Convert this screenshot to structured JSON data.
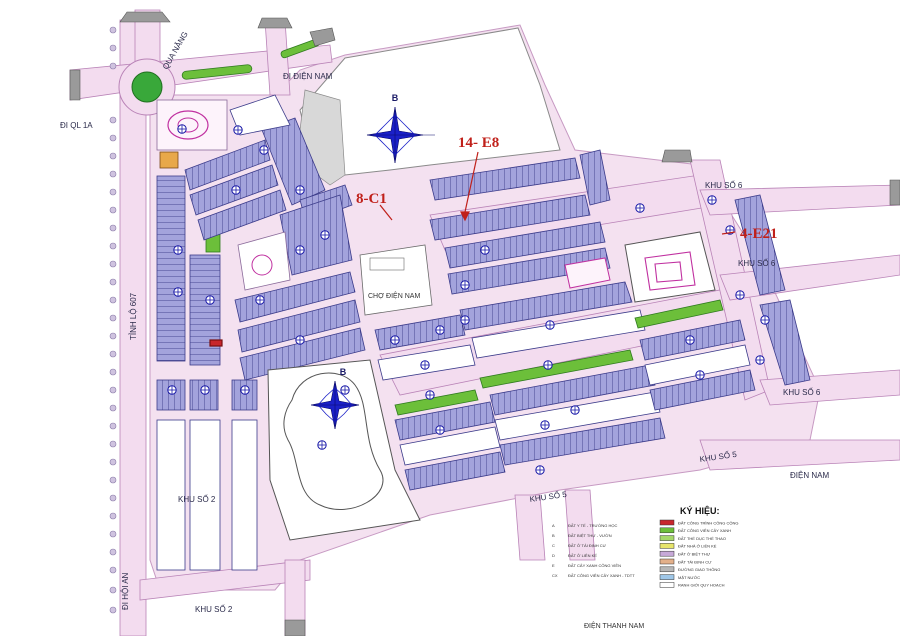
{
  "map": {
    "road_labels": {
      "qua_nang": "QUA NẰNG",
      "di_dien_nam": "ĐI ĐIỆN NAM",
      "di_ql1a": "ĐI QL 1A",
      "tinh_lo": "TỈNH LỘ 607",
      "di_hoi_an": "ĐI HỘI AN",
      "khu_so_2_bottom": "KHU SỐ 2",
      "khu_so_2_zone": "KHU SỐ 2",
      "khu_so_5_a": "KHU SỐ 5",
      "khu_so_5_b": "KHU SỐ 5",
      "khu_so_6_top": "KHU SỐ 6",
      "khu_so_6_right": "KHU SỐ 6",
      "khu_so_6_lower": "KHU SỐ 6",
      "dien_nam": "ĐIỆN NAM",
      "cho_dien_nam": "CHỢ ĐIỆN NAM",
      "dien_thanh_nam": "ĐIỆN THANH NAM"
    },
    "plot_labels": {
      "e8": "14- E8",
      "c1": "8-C1",
      "e21": "4-E21"
    },
    "north_labels": {
      "top": "B",
      "bottom": "B"
    },
    "legend": {
      "title": "KÝ HIỆU:",
      "left_items": [
        {
          "code": "A",
          "text": "ĐẤT Y TẾ - TRƯỜNG HỌC"
        },
        {
          "code": "B",
          "text": "ĐẤT BIỆT THỰ - VƯỜN"
        },
        {
          "code": "C",
          "text": "ĐẤT Ở TÁI ĐỊNH CƯ"
        },
        {
          "code": "D",
          "text": "ĐẤT Ở LIÊN KẾ"
        },
        {
          "code": "E",
          "text": "ĐẤT CÂY XANH CÔNG VIÊN"
        },
        {
          "code": "CX",
          "text": "ĐẤT CÔNG VIÊN CÂY XANH - TDTT"
        }
      ],
      "right_items": [
        {
          "color": "#c8262c",
          "text": "ĐẤT CÔNG TRÌNH CÔNG CỘNG"
        },
        {
          "color": "#6cbf3a",
          "text": "ĐẤT CÔNG VIÊN CÂY XANH"
        },
        {
          "color": "#a6d86a",
          "text": "ĐẤT THỂ DỤC THỂ THAO"
        },
        {
          "color": "#e7e56a",
          "text": "ĐẤT NHÀ Ở LIÊN KẾ"
        },
        {
          "color": "#c7a9d8",
          "text": "ĐẤT Ở BIỆT THỰ"
        },
        {
          "color": "#e3b08a",
          "text": "ĐẤT TÁI ĐỊNH CƯ"
        },
        {
          "color": "#b7b7b7",
          "text": "ĐƯỜNG GIAO THÔNG"
        },
        {
          "color": "#9fc7e8",
          "text": "MẶT NƯỚC"
        },
        {
          "color": "#ffffff",
          "text": "RANH GIỚI QUY HOẠCH"
        }
      ]
    },
    "colors": {
      "road": "#f3dcef",
      "road_edge": "#b983b7",
      "block": "#9a9ad6",
      "block_line": "#3b3b8a",
      "green": "#6cbf3a",
      "marker": "#1a1aa8",
      "plot_label": "#c0201a",
      "north": "#1a20c8"
    }
  }
}
